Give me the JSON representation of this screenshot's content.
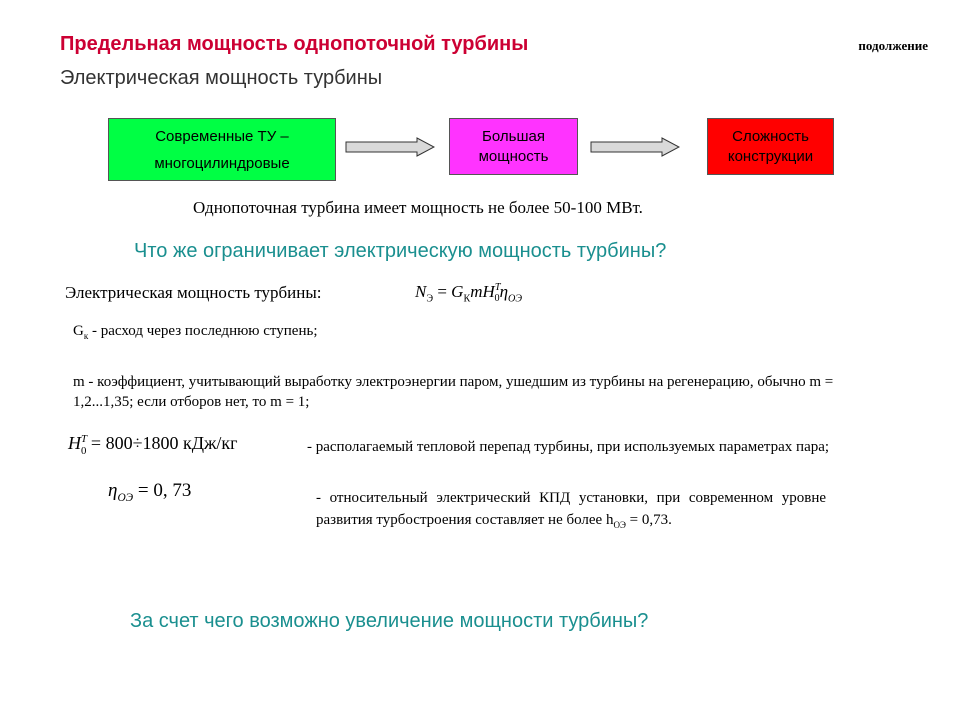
{
  "header": {
    "title": "Предельная мощность однопоточной турбины",
    "subtitle": "Электрическая мощность турбины",
    "continuation": "подолжение"
  },
  "flow": {
    "box1": {
      "line1": "Современные ТУ –",
      "line2": "многоцилиндровые",
      "color": "#00ff44"
    },
    "box2": {
      "line1": "Большая",
      "line2": "мощность",
      "color": "#ff33ff"
    },
    "box3": {
      "line1": "Сложность",
      "line2": "конструкции",
      "color": "#ff0000"
    }
  },
  "note_single_flow": "Однопоточная турбина имеет мощность не более 50-100 МВт.",
  "question1": "Что же ограничивает электрическую мощность турбины?",
  "formula_section": {
    "label": "Электрическая мощность турбины:",
    "formula": {
      "N": "N",
      "N_sub": "Э",
      "eq": "=",
      "G": "G",
      "G_sub": "К",
      "m": "mH",
      "H_sub": "0",
      "H_sup": "T",
      "eta": "η",
      "eta_sub": "ОЭ"
    }
  },
  "definitions": {
    "g_symbol": "G",
    "g_sub": "к",
    "g_text": " - расход через последнюю ступень;",
    "m_text": "m - коэффициент, учитывающий выработку электроэнергии паром, ушедшим из турбины на регенерацию, обычно m = 1,2...1,35; если отборов нет, то m = 1;",
    "h0": {
      "symbol": "H",
      "sub": "0",
      "sup": "T",
      "value": " = 800÷1800 кДж/кг",
      "description": "- располагаемый тепловой перепад турбины, при используемых параметрах пара;"
    },
    "eta": {
      "symbol": "η",
      "sub": "ОЭ",
      "value": " = 0, 73",
      "description": "- относительный электрический КПД установки, при современном уровне развития турбостроения составляет не более h",
      "desc_sub": "ОЭ",
      "desc_tail": " = 0,73."
    }
  },
  "question2": "За счет чего возможно увеличение мощности турбины?",
  "colors": {
    "title": "#cc0033",
    "question": "#1a8f8f",
    "arrow_fill": "#d9d9d9"
  }
}
